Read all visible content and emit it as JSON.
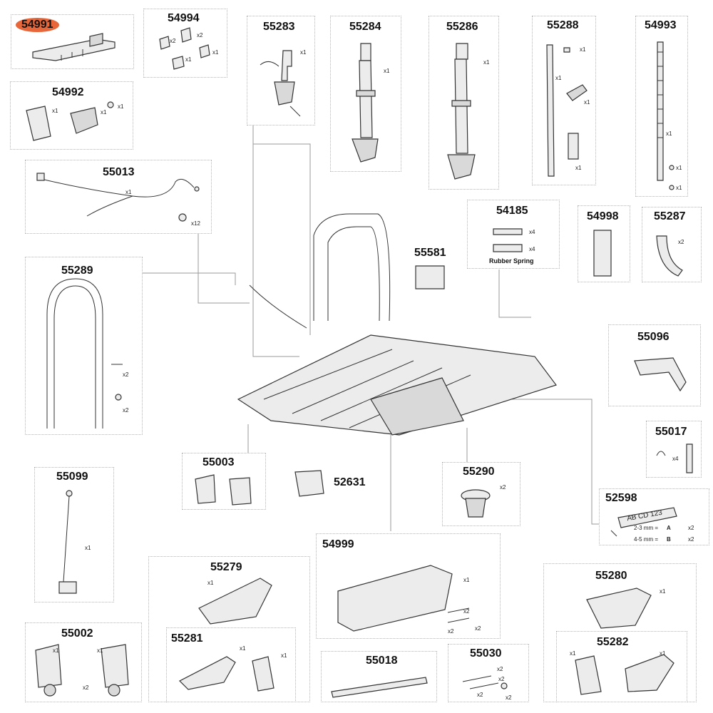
{
  "parts": [
    {
      "id": "p54991",
      "number": "54991",
      "highlighted": true
    },
    {
      "id": "p54994",
      "number": "54994",
      "qty": [
        "x2",
        "x2",
        "x1",
        "x1"
      ]
    },
    {
      "id": "p55283",
      "number": "55283",
      "qty": [
        "x1"
      ]
    },
    {
      "id": "p55284",
      "number": "55284",
      "qty": [
        "x1"
      ]
    },
    {
      "id": "p55286",
      "number": "55286",
      "qty": [
        "x1"
      ]
    },
    {
      "id": "p55288",
      "number": "55288",
      "qty": [
        "x1",
        "x1",
        "x1",
        "x1"
      ]
    },
    {
      "id": "p54993",
      "number": "54993",
      "qty": [
        "x1",
        "x1",
        "x1"
      ]
    },
    {
      "id": "p54992",
      "number": "54992",
      "qty": [
        "x1",
        "x1",
        "x1"
      ]
    },
    {
      "id": "p55013",
      "number": "55013",
      "qty": [
        "x1",
        "x12"
      ]
    },
    {
      "id": "p54185",
      "number": "54185",
      "qty": [
        "x4",
        "x4"
      ],
      "note": "Rubber Spring"
    },
    {
      "id": "p55581",
      "number": "55581"
    },
    {
      "id": "p54998",
      "number": "54998"
    },
    {
      "id": "p55287",
      "number": "55287",
      "qty": [
        "x2"
      ]
    },
    {
      "id": "p55289",
      "number": "55289",
      "qty": [
        "x2",
        "x2"
      ]
    },
    {
      "id": "p55096",
      "number": "55096"
    },
    {
      "id": "p55017",
      "number": "55017",
      "qty": [
        "x4"
      ]
    },
    {
      "id": "p55003",
      "number": "55003"
    },
    {
      "id": "p52631",
      "number": "52631"
    },
    {
      "id": "p55290",
      "number": "55290",
      "qty": [
        "x2"
      ]
    },
    {
      "id": "p52598",
      "number": "52598",
      "plate_text": "AB CD 123",
      "sizes": [
        "2-3 mm =",
        "4-5 mm ="
      ],
      "letters": [
        "A",
        "B"
      ],
      "qty": [
        "x2",
        "x2"
      ]
    },
    {
      "id": "p55099",
      "number": "55099",
      "qty": [
        "x1"
      ]
    },
    {
      "id": "p54999",
      "number": "54999",
      "qty": [
        "x1",
        "x2",
        "x2",
        "x2"
      ]
    },
    {
      "id": "p55279",
      "number": "55279",
      "qty": [
        "x1"
      ]
    },
    {
      "id": "p55281",
      "number": "55281",
      "qty": [
        "x1",
        "x1"
      ]
    },
    {
      "id": "p55280",
      "number": "55280",
      "qty": [
        "x1"
      ]
    },
    {
      "id": "p55282",
      "number": "55282",
      "qty": [
        "x1",
        "x1"
      ]
    },
    {
      "id": "p55002",
      "number": "55002",
      "qty": [
        "x1",
        "x1",
        "x2"
      ]
    },
    {
      "id": "p55018",
      "number": "55018"
    },
    {
      "id": "p55030",
      "number": "55030",
      "qty": [
        "x2",
        "x2",
        "x2",
        "x2"
      ]
    }
  ]
}
